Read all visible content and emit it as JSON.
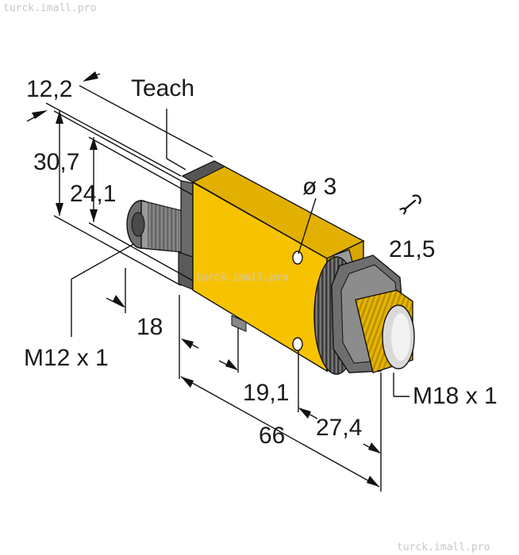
{
  "watermark": "turck.imall.pro",
  "labels": {
    "width_top": "12,2",
    "teach": "Teach",
    "height_total": "30,7",
    "height_body": "24,1",
    "hole_diameter": "ø 3",
    "wrench_size": "21,5",
    "connector_offset": "18",
    "connector_thread": "M12 x 1",
    "hole_spacing": "19,1",
    "front_thread": "M18 x 1",
    "length_total": "66",
    "front_length": "27,4"
  },
  "colors": {
    "housing": "#f7c300",
    "housing_shade": "#d8a600",
    "connector": "#8f8f8f",
    "outline": "#111111"
  },
  "icons": {
    "wrench": "wrench-icon"
  }
}
